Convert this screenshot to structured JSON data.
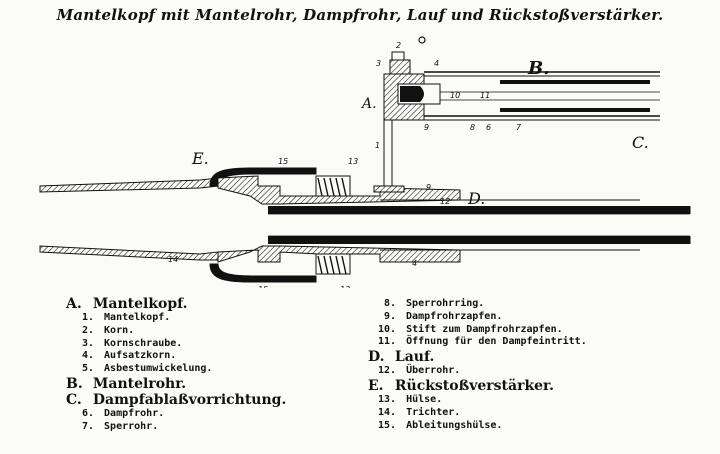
{
  "title": {
    "head": "Mantelkopf",
    "rest": "mit Mantelrohr, Dampfrohr, Lauf und Rückstoßverstärker."
  },
  "diagram_labels": {
    "A": "A.",
    "B": "B.",
    "C": "C.",
    "D": "D.",
    "E": "E.",
    "n1": "1",
    "n2": "2",
    "n3": "3",
    "n4": "4",
    "n6": "6",
    "n7": "7",
    "n8": "8",
    "n9": "9",
    "n10": "10",
    "n11": "11",
    "n12": "12",
    "n13": "13",
    "n14": "14",
    "n15": "15"
  },
  "legend": {
    "left": [
      {
        "type": "main",
        "key": "A.",
        "text": "Mantelkopf."
      },
      {
        "type": "sub",
        "key": "1.",
        "text": "Mantelkopf."
      },
      {
        "type": "sub",
        "key": "2.",
        "text": "Korn."
      },
      {
        "type": "sub",
        "key": "3.",
        "text": "Kornschraube."
      },
      {
        "type": "sub",
        "key": "4.",
        "text": "Aufsatzkorn."
      },
      {
        "type": "sub",
        "key": "5.",
        "text": "Asbestumwickelung."
      },
      {
        "type": "main",
        "key": "B.",
        "text": "Mantelrohr."
      },
      {
        "type": "main",
        "key": "C.",
        "text": "Dampfablaßvorrichtung."
      },
      {
        "type": "sub",
        "key": "6.",
        "text": "Dampfrohr."
      },
      {
        "type": "sub",
        "key": "7.",
        "text": "Sperrohr."
      }
    ],
    "right": [
      {
        "type": "sub",
        "key": "8.",
        "text": "Sperrohrring."
      },
      {
        "type": "sub",
        "key": "9.",
        "text": "Dampfrohrzapfen."
      },
      {
        "type": "sub",
        "key": "10.",
        "text": "Stift zum Dampfrohrzapfen."
      },
      {
        "type": "sub",
        "key": "11.",
        "text": "Öffnung für den Dampfeintritt."
      },
      {
        "type": "main",
        "key": "D.",
        "text": "Lauf."
      },
      {
        "type": "sub",
        "key": "12.",
        "text": "Überrohr."
      },
      {
        "type": "main",
        "key": "E.",
        "text": "Rückstoßverstärker."
      },
      {
        "type": "sub",
        "key": "13.",
        "text": "Hülse."
      },
      {
        "type": "sub",
        "key": "14.",
        "text": "Trichter."
      },
      {
        "type": "sub",
        "key": "15.",
        "text": "Ableitungshülse."
      }
    ]
  }
}
